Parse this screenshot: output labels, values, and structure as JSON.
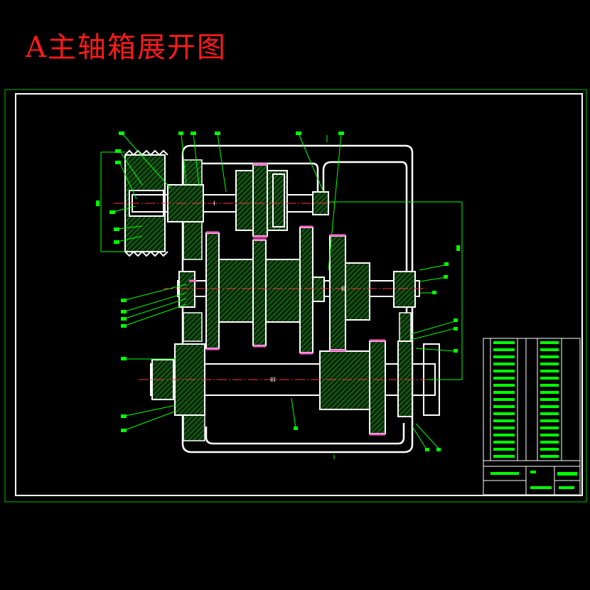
{
  "drawing": {
    "title": "A主轴箱展开图"
  },
  "colors": {
    "background": "#000000",
    "title": "#ff1a1a",
    "outline": "#ffffff",
    "frame_border": "#00c000",
    "annotation": "#00ff00",
    "section_hatch": "#1f9f1f",
    "gear_tip": "#ff66cc",
    "center_line": "#ff3333"
  },
  "legend": {
    "shafts": [
      "I",
      "II",
      "III"
    ]
  }
}
